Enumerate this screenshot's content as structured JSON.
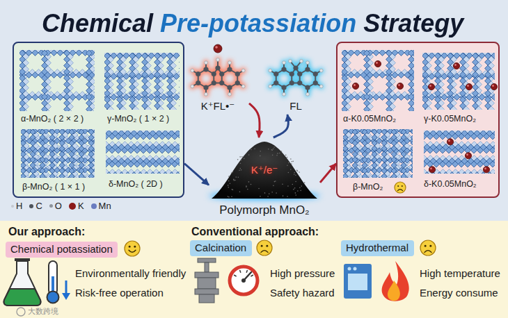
{
  "diagram": {
    "title": "Chemical Pre-potassiation Strategy",
    "nodes": [
      {
        "text": [
          "α-MnO₂ ( 2 × 2 )",
          "γ-MnO₂ ( 1 × 2 )",
          "β-MnO₂ ( 1 × 1 )",
          "δ-MnO₂ ( 2D )"
        ]
      },
      {
        "text": [
          "K⁺FL•⁻"
        ]
      },
      {
        "text": [
          "FL"
        ]
      },
      {
        "text": [
          "K⁺/e⁻",
          "Polymorph MnO₂"
        ]
      },
      {
        "text": [
          "α-K0.05MnO₂",
          "γ-K0.05MnO₂",
          "β-MnO₂",
          "δ-K0.05MnO₂"
        ]
      },
      {
        "text": [
          "Our approach:",
          "Conventional approach:"
        ]
      },
      {
        "text": [
          "Chemical potassiation"
        ],
        "in": 5
      },
      {
        "text": [
          "Calcination"
        ],
        "in": 5
      },
      {
        "text": [
          "Hydrothermal"
        ],
        "in": 5
      }
    ],
    "edges": [
      {
        "from": 0,
        "to": 3,
        "arrow": "to"
      },
      {
        "from": 1,
        "to": 3,
        "arrow": "to"
      },
      {
        "from": 3,
        "to": 2,
        "arrow": "to"
      },
      {
        "from": 3,
        "to": 4,
        "arrow": "to"
      }
    ],
    "labels": [
      "Environmentally friendly",
      "Risk-free operation",
      "High pressure",
      "Safety hazard",
      "High temperature",
      "Energy consume",
      "大数跨境"
    ],
    "legend": [
      {
        "text": "H",
        "color": "#c4c8cf"
      },
      {
        "text": "C",
        "color": "#4d535b"
      },
      {
        "text": "O",
        "color": "#8e949c"
      },
      {
        "text": "K",
        "color": "#8b1a1a"
      },
      {
        "text": "Mn",
        "color": "#6a7cc0"
      }
    ]
  }
}
